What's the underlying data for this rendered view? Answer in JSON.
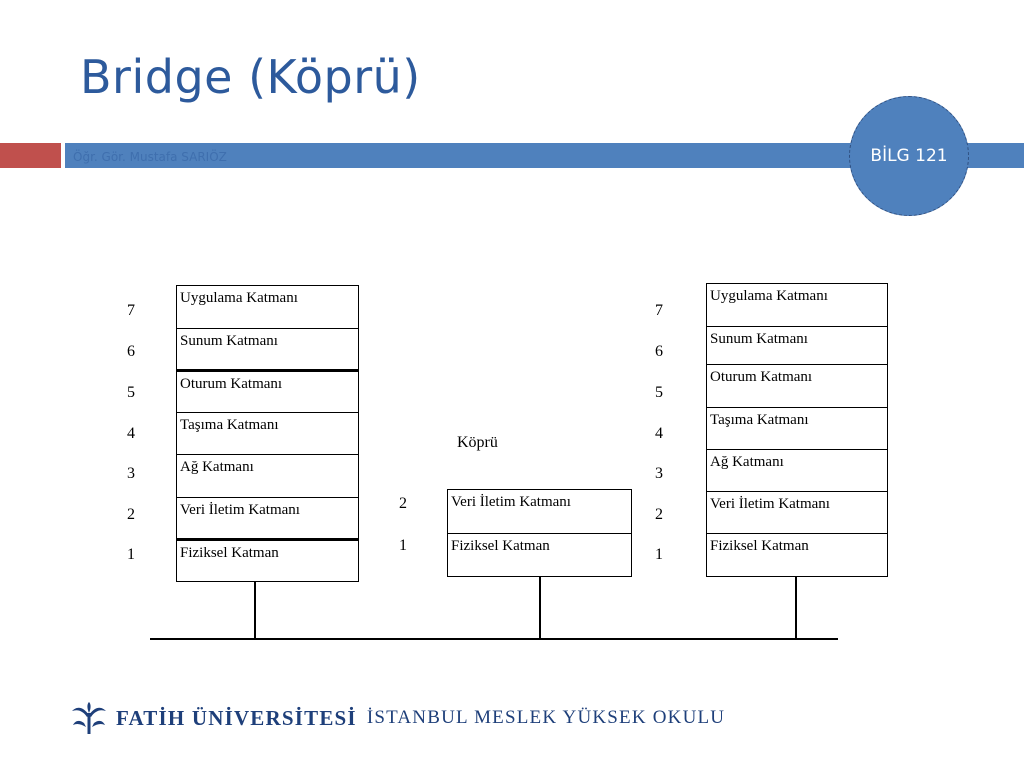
{
  "slide": {
    "title": "Bridge (Köprü)",
    "author": "Öğr. Gör. Mustafa SARIÖZ",
    "badge": "BİLG 121",
    "colors": {
      "title": "#2d5a9c",
      "bar": "#4f81bd",
      "accent": "#c0504d"
    }
  },
  "diagram": {
    "left_stack": {
      "layers": [
        "Uygulama Katmanı",
        "Sunum Katmanı",
        "Oturum Katmanı",
        "Taşıma Katmanı",
        "Ağ Katmanı",
        "Veri İletim Katmanı",
        "Fiziksel Katman"
      ],
      "numbers": [
        "7",
        "6",
        "5",
        "4",
        "3",
        "2",
        "1"
      ]
    },
    "bridge": {
      "label": "Köprü",
      "layers": [
        "Veri İletim Katmanı",
        "Fiziksel Katman"
      ],
      "numbers": [
        "2",
        "1"
      ]
    },
    "right_stack": {
      "layers": [
        "Uygulama Katmanı",
        "Sunum Katmanı",
        "Oturum Katmanı",
        "Taşıma Katmanı",
        "Ağ Katmanı",
        "Veri İletim Katmanı",
        "Fiziksel Katman"
      ],
      "numbers": [
        "7",
        "6",
        "5",
        "4",
        "3",
        "2",
        "1"
      ]
    }
  },
  "footer": {
    "university": "FATİH ÜNİVERSİTESİ",
    "school": "İSTANBUL MESLEK YÜKSEK OKULU",
    "logo_icon": "fatih-university-logo"
  }
}
